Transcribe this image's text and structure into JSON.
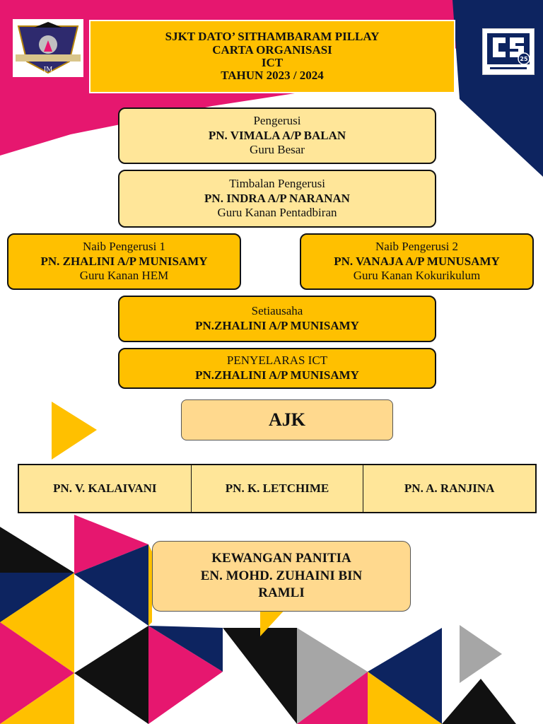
{
  "header": {
    "line1": "SJKT DATO’ SITHAMBARAM PILLAY",
    "line2": "CARTA ORGANISASI",
    "line3": "ICT",
    "line4": "TAHUN 2023 / 2024"
  },
  "logos": {
    "left_text": "JM",
    "right_text": "25"
  },
  "chairman": {
    "role": "Pengerusi",
    "name": "PN. VIMALA A/P BALAN",
    "position": "Guru Besar"
  },
  "deputy_chairman": {
    "role": "Timbalan Pengerusi",
    "name": "PN. INDRA A/P NARANAN",
    "position": "Guru Kanan Pentadbiran"
  },
  "vice_chairman_1": {
    "role": "Naib Pengerusi 1",
    "name": "PN. ZHALINI A/P MUNISAMY",
    "position": "Guru Kanan HEM"
  },
  "vice_chairman_2": {
    "role": "Naib Pengerusi 2",
    "name": "PN. VANAJA A/P MUNUSAMY",
    "position": "Guru Kanan Kokurikulum"
  },
  "secretary": {
    "role": "Setiausaha",
    "name": "PN.ZHALINI A/P MUNISAMY"
  },
  "ict_coordinator": {
    "role": "PENYELARAS ICT",
    "name": "PN.ZHALINI A/P MUNISAMY"
  },
  "ajk": {
    "label": "AJK",
    "members": [
      "PN. V. KALAIVANI",
      "PN. K. LETCHIME",
      "PN. A. RANJINA"
    ]
  },
  "finance": {
    "line1": "KEWANGAN PANITIA",
    "line2": "EN. MOHD. ZUHAINI BIN",
    "line3": "RAMLI"
  },
  "colors": {
    "magenta": "#E6176F",
    "navy": "#0D2460",
    "gold": "#FFC000",
    "pale_yellow": "#FFE699",
    "peach": "#FFD98E",
    "grey": "#A6A6A6",
    "black": "#111111"
  }
}
